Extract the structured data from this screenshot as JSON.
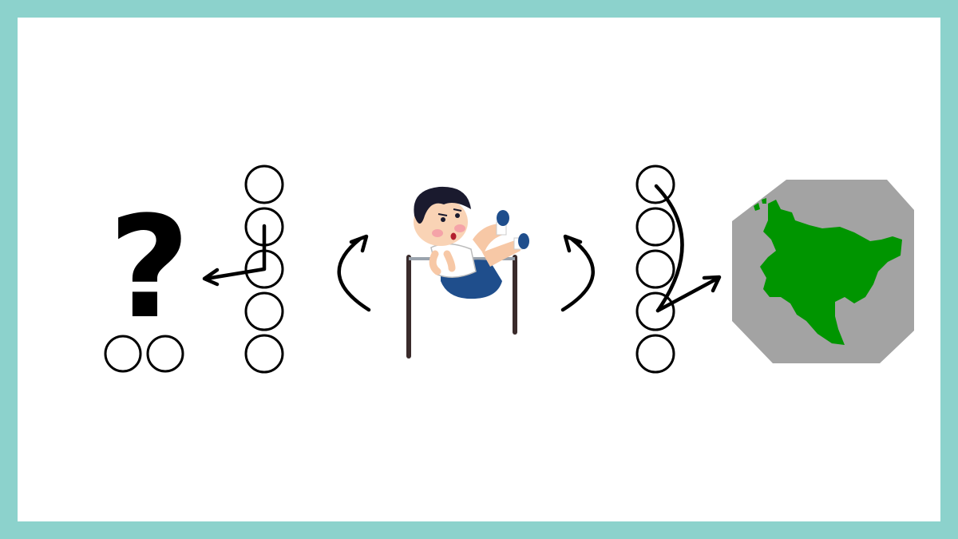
{
  "frame": {
    "border_color": "#8cd2cc",
    "background": "#ffffff"
  },
  "puzzle": {
    "left_symbol": "?",
    "left_answer_slots": 2,
    "left_column_slots": 5,
    "right_column_slots": 5,
    "icons": [
      "question-mark",
      "kanji-chalk-strokes",
      "rotate-counterclockwise-arrow",
      "horizontal-bar-backflip-illustration",
      "rotate-clockwise-arrow",
      "saga-prefecture-map"
    ]
  },
  "colors": {
    "map_background": "#a3a3a3",
    "map_land": "#009500",
    "stroke": "#000000"
  }
}
